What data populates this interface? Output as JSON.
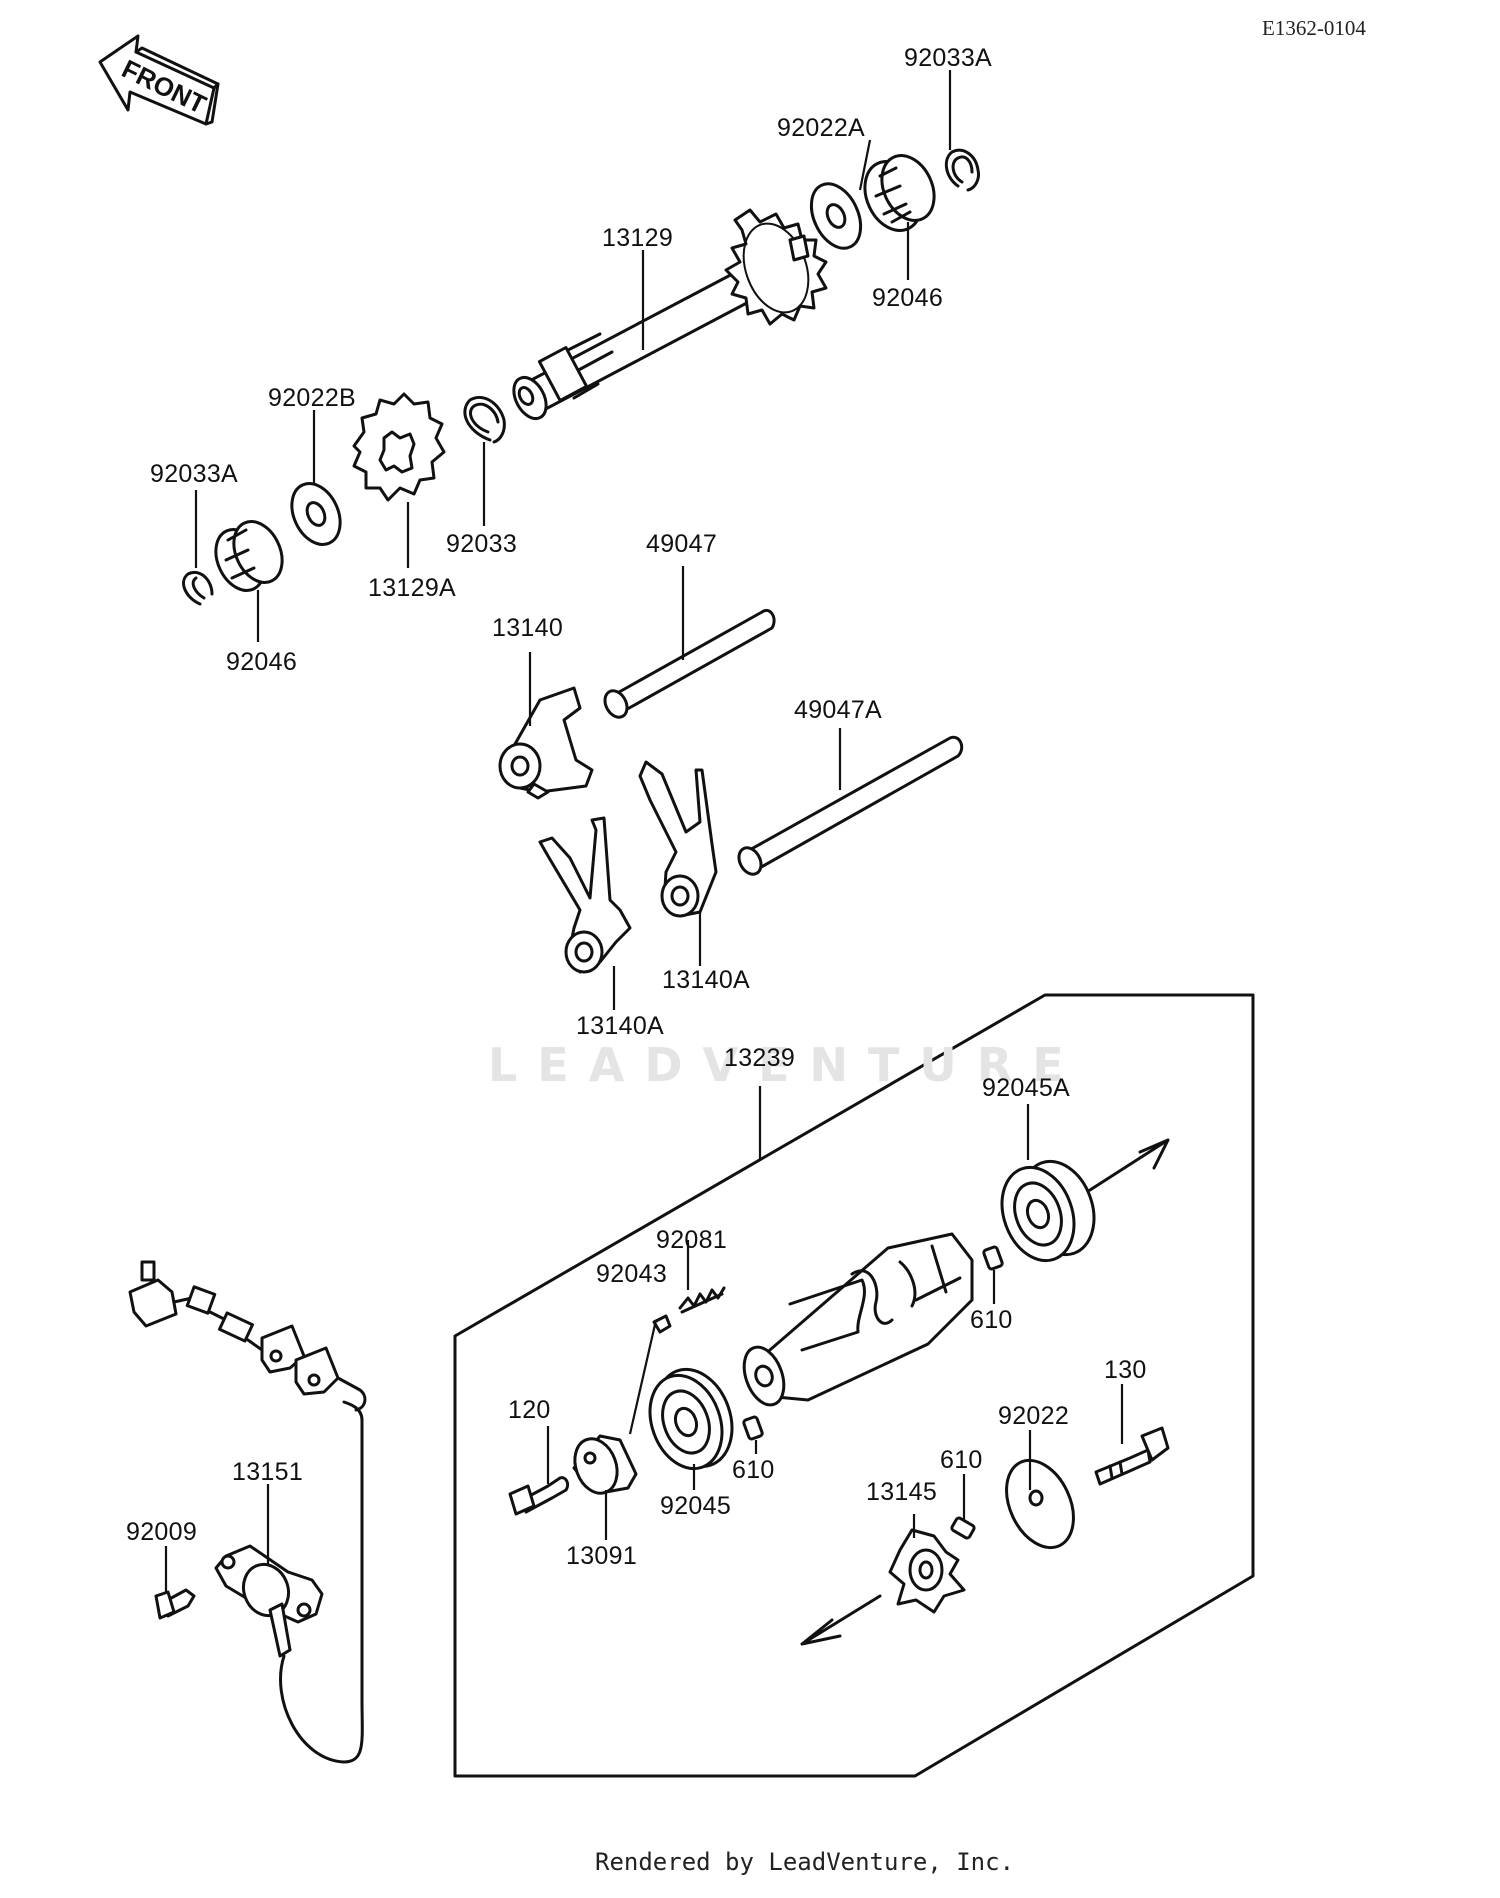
{
  "header": {
    "diagram_code": "E1362-0104",
    "front_label": "FRONT"
  },
  "watermark": "LEADVENTURE",
  "footer": "Rendered by LeadVenture, Inc.",
  "parts": {
    "p_92033A_top": "92033A",
    "p_92022A": "92022A",
    "p_13129": "13129",
    "p_92046_top": "92046",
    "p_92022B": "92022B",
    "p_92033A_left": "92033A",
    "p_92033": "92033",
    "p_13129A": "13129A",
    "p_92046_left": "92046",
    "p_49047": "49047",
    "p_13140": "13140",
    "p_49047A": "49047A",
    "p_13140A_right": "13140A",
    "p_13140A_left": "13140A",
    "p_13239": "13239",
    "p_92045A": "92045A",
    "p_92081": "92081",
    "p_92043": "92043",
    "p_610_a": "610",
    "p_120": "120",
    "p_610_b": "610",
    "p_92045": "92045",
    "p_13091": "13091",
    "p_130": "130",
    "p_92022": "92022",
    "p_610_c": "610",
    "p_13145": "13145",
    "p_13151": "13151",
    "p_92009": "92009"
  }
}
